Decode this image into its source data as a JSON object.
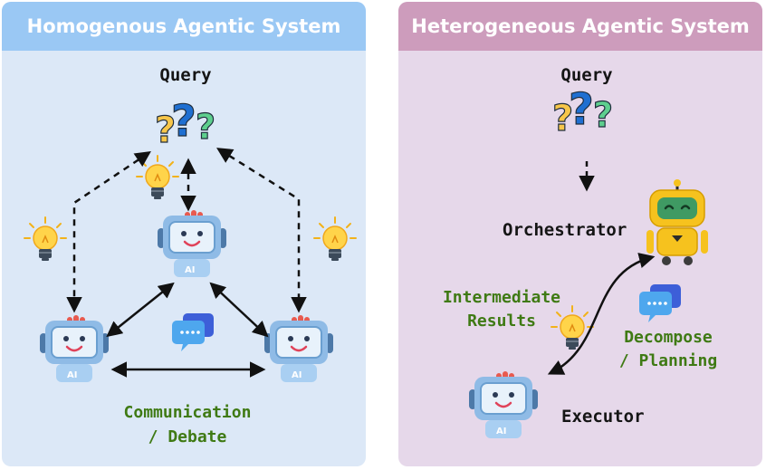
{
  "left_panel": {
    "title": "Homogenous Agentic System",
    "query_label": "Query",
    "communication_label_line1": "Communication",
    "communication_label_line2": "/ Debate",
    "agent_badge": "AI"
  },
  "right_panel": {
    "title": "Heterogeneous Agentic System",
    "query_label": "Query",
    "orchestrator_label": "Orchestrator",
    "executor_label": "Executor",
    "intermediate_line1": "Intermediate",
    "intermediate_line2": "Results",
    "decompose_line1": "Decompose",
    "decompose_line2": "/ Planning",
    "agent_badge": "AI"
  },
  "colors": {
    "left_background": "#dce8f7",
    "left_header": "#9ac8f4",
    "right_background": "#e6d8ea",
    "right_header": "#cd9cbc",
    "green_text": "#3f7a14",
    "robot_blue": "#a9cff2",
    "robot_yellow": "#f6c21e"
  }
}
